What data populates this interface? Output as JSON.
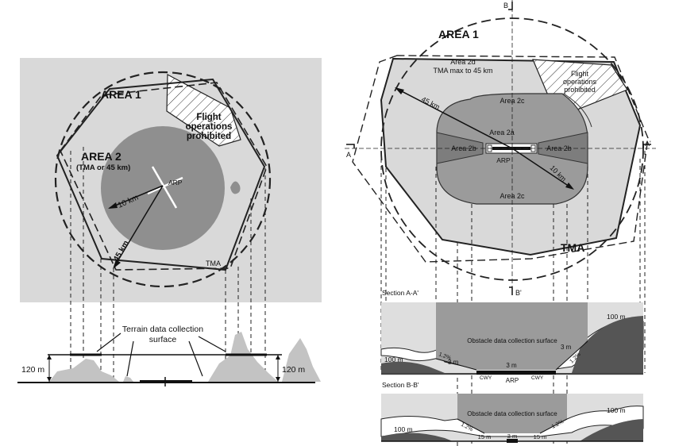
{
  "left": {
    "area1": "AREA 1",
    "area2": "AREA 2",
    "area2_sub": "(TMA or 45 km)",
    "flight_line1": "Flight",
    "flight_line2": "operations",
    "flight_line3": "prohibited",
    "arp": "ARP",
    "r10": "10 km",
    "r45": "45 km",
    "tma": "TMA",
    "terrain_line1": "Terrain data collection",
    "terrain_line2": "surface",
    "h_left": "120 m",
    "h_right": "120 m"
  },
  "right": {
    "area1": "AREA 1",
    "area2d_line1": "Area 2d",
    "area2d_line2": "TMA max to 45 km",
    "flight_line1": "Flight",
    "flight_line2": "operations",
    "flight_line3": "prohibited",
    "area2c_top": "Area 2c",
    "area2a": "Area 2a",
    "area2b_left": "Area 2b",
    "area2b_right": "Area 2b",
    "arp": "ARP",
    "area2c_bottom": "Area 2c",
    "r45": "45 km",
    "r10": "10 km",
    "tma": "TMA",
    "mark_b": "B",
    "mark_b2": "B'",
    "mark_a": "A",
    "mark_a2": "A'",
    "section_a": "Section A-A'",
    "section_a_surface": "Obstacle data collection surface",
    "section_a_100_left": "100 m",
    "section_a_100_right": "100 m",
    "section_a_3m_left": "3 m",
    "section_a_3m_center": "3 m",
    "section_a_3m_right": "3 m",
    "section_a_slope_left": "1.2%",
    "section_a_slope_right": "1.2%",
    "cwy_left": "CWY",
    "cwy_right": "CWY",
    "section_a_arp": "ARP",
    "section_b": "Section B-B'",
    "section_b_surface": "Obstacle data collection surface",
    "section_b_100_left": "100 m",
    "section_b_100_right": "100 m",
    "section_b_slope_left": "1.2%",
    "section_b_slope_right": "1.2%",
    "section_b_15_left": "15 m",
    "section_b_3m": "3 m",
    "section_b_15_right": "15 m"
  }
}
